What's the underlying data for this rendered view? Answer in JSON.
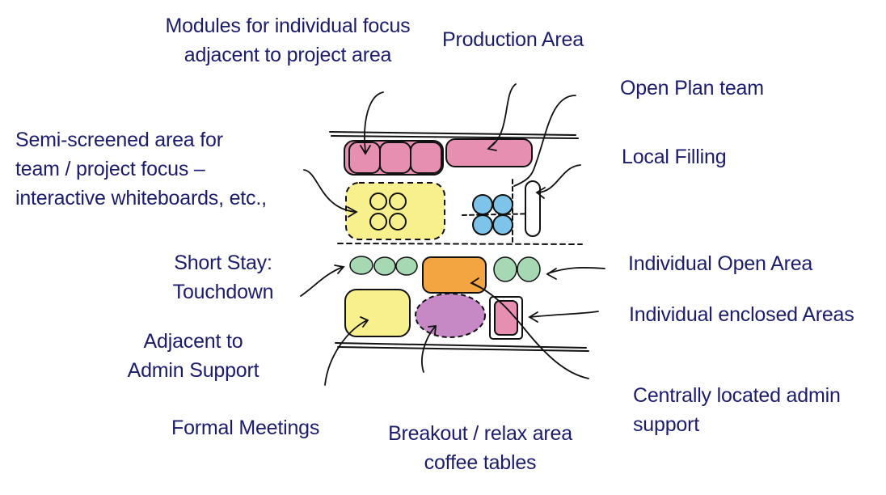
{
  "labels": {
    "modules": [
      "Modules for individual focus",
      "adjacent to project area"
    ],
    "production": "Production Area",
    "open_plan": "Open Plan team",
    "local_filling": "Local Filling",
    "semi_screened": [
      "Semi-screened area for",
      "team / project focus –",
      "interactive whiteboards, etc.,"
    ],
    "short_stay": [
      "Short Stay:",
      "Touchdown"
    ],
    "individual_open": "Individual Open Area",
    "individual_enclosed": "Individual enclosed Areas",
    "adjacent_admin": [
      "Adjacent to",
      "Admin Support"
    ],
    "central_admin": [
      "Centrally located admin",
      "support"
    ],
    "formal_meetings": "Formal Meetings",
    "breakout": [
      "Breakout / relax area",
      "coffee tables"
    ]
  },
  "colors": {
    "text": "#1c1c6e",
    "pink": "#e78fb0",
    "yellow": "#f7f08c",
    "blue": "#7ec3ea",
    "green": "#a6d8b4",
    "orange": "#f3a542",
    "purple": "#c689c6",
    "ink": "#111111"
  }
}
